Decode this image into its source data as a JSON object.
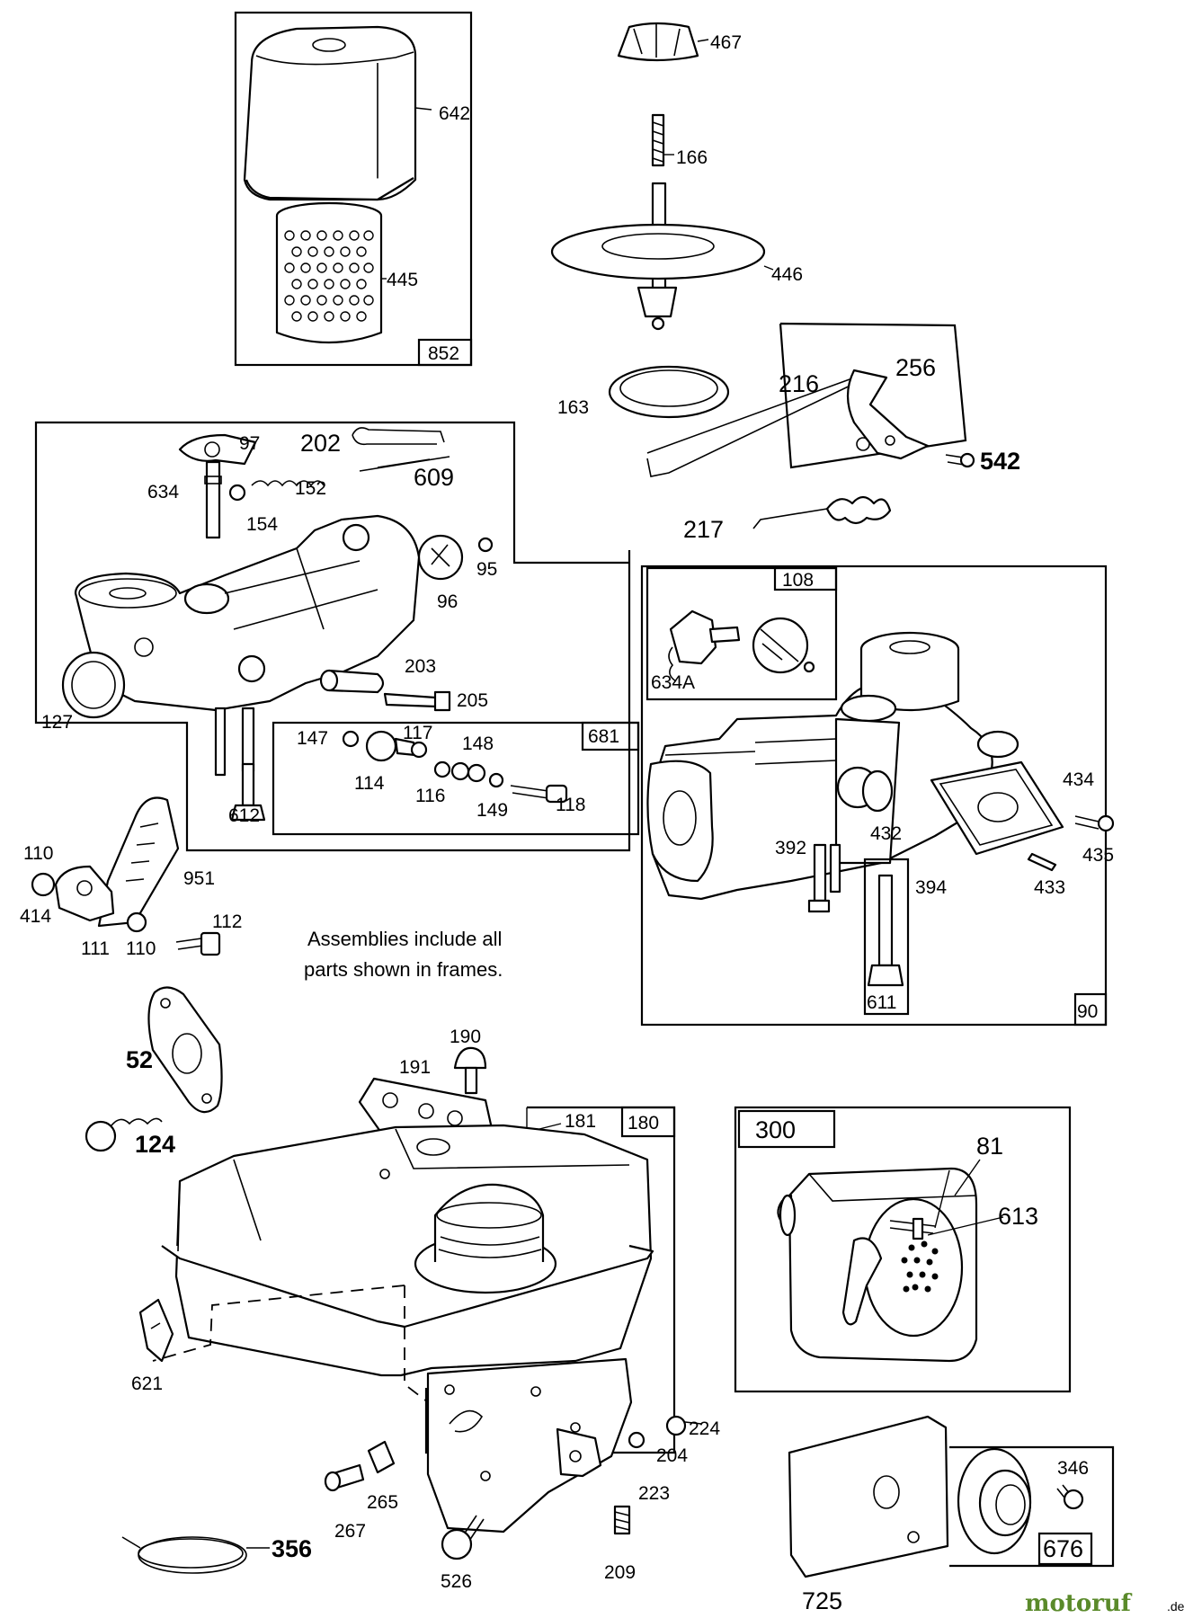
{
  "note": {
    "line1": "Assemblies include all",
    "line2": "parts shown in frames."
  },
  "watermark": {
    "text": "motoruf",
    "suffix": ".de",
    "color": "#5a8a2a"
  },
  "assemblies": [
    {
      "id": "852",
      "label": "852"
    },
    {
      "id": "681",
      "label": "681"
    },
    {
      "id": "108",
      "label": "108"
    },
    {
      "id": "90",
      "label": "90"
    },
    {
      "id": "180",
      "label": "180"
    },
    {
      "id": "300",
      "label": "300"
    },
    {
      "id": "676",
      "label": "676"
    },
    {
      "id": "611",
      "label": "611"
    }
  ],
  "part_labels": {
    "p467": "467",
    "p642": "642",
    "p166": "166",
    "p445": "445",
    "p446": "446",
    "p163": "163",
    "p216": "216",
    "p256": "256",
    "p542": "542",
    "p217": "217",
    "p97": "97",
    "p202": "202",
    "p634": "634",
    "p152": "152",
    "p609": "609",
    "p154": "154",
    "p95": "95",
    "p96": "96",
    "p203": "203",
    "p205": "205",
    "p127": "127",
    "p147": "147",
    "p117": "117",
    "p148": "148",
    "p114": "114",
    "p116": "116",
    "p149": "149",
    "p118": "118",
    "p612": "612",
    "p634A": "634A",
    "p434": "434",
    "p432": "432",
    "p392": "392",
    "p435": "435",
    "p394": "394",
    "p433": "433",
    "p110a": "110",
    "p951": "951",
    "p414": "414",
    "p111": "111",
    "p110b": "110",
    "p112": "112",
    "p52": "52",
    "p124": "124",
    "p190": "190",
    "p191": "191",
    "p181": "181",
    "p81": "81",
    "p613": "613",
    "p621": "621",
    "p224": "224",
    "p204": "204",
    "p223": "223",
    "p265": "265",
    "p267": "267",
    "p346": "346",
    "p356": "356",
    "p526": "526",
    "p209": "209",
    "p725": "725"
  }
}
